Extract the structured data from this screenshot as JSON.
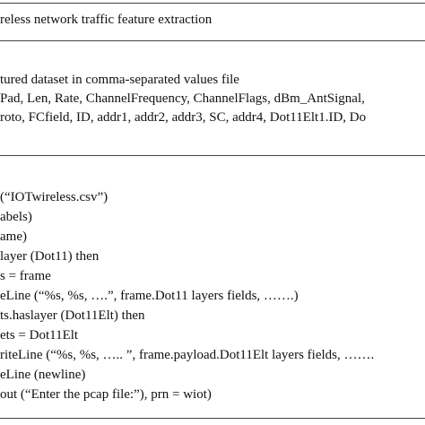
{
  "title": "reless network traffic feature extraction",
  "output_description": "tured dataset in comma-separated values file",
  "fields": [
    "Pad, Len, Rate, ChannelFrequency, ChannelFlags, dBm_AntSignal,",
    "roto, FCfield, ID, addr1, addr2, addr3, SC, addr4, Dot11Elt1.ID, Do"
  ],
  "code_lines": [
    "(“IOTwireless.csv”)",
    "abels)",
    "ame)",
    "layer (Dot11) then",
    "s = frame",
    "eLine (“%s, %s, ….”, frame.Dot11 layers fields, …….)",
    "ts.haslayer (Dot11Elt) then",
    "ets = Dot11Elt",
    "riteLine (“%s, %s, ….. ”, frame.payload.Dot11Elt layers fields, …….",
    "eLine (newline)",
    "out (“Enter the pcap file:”), prn = wiot)"
  ]
}
